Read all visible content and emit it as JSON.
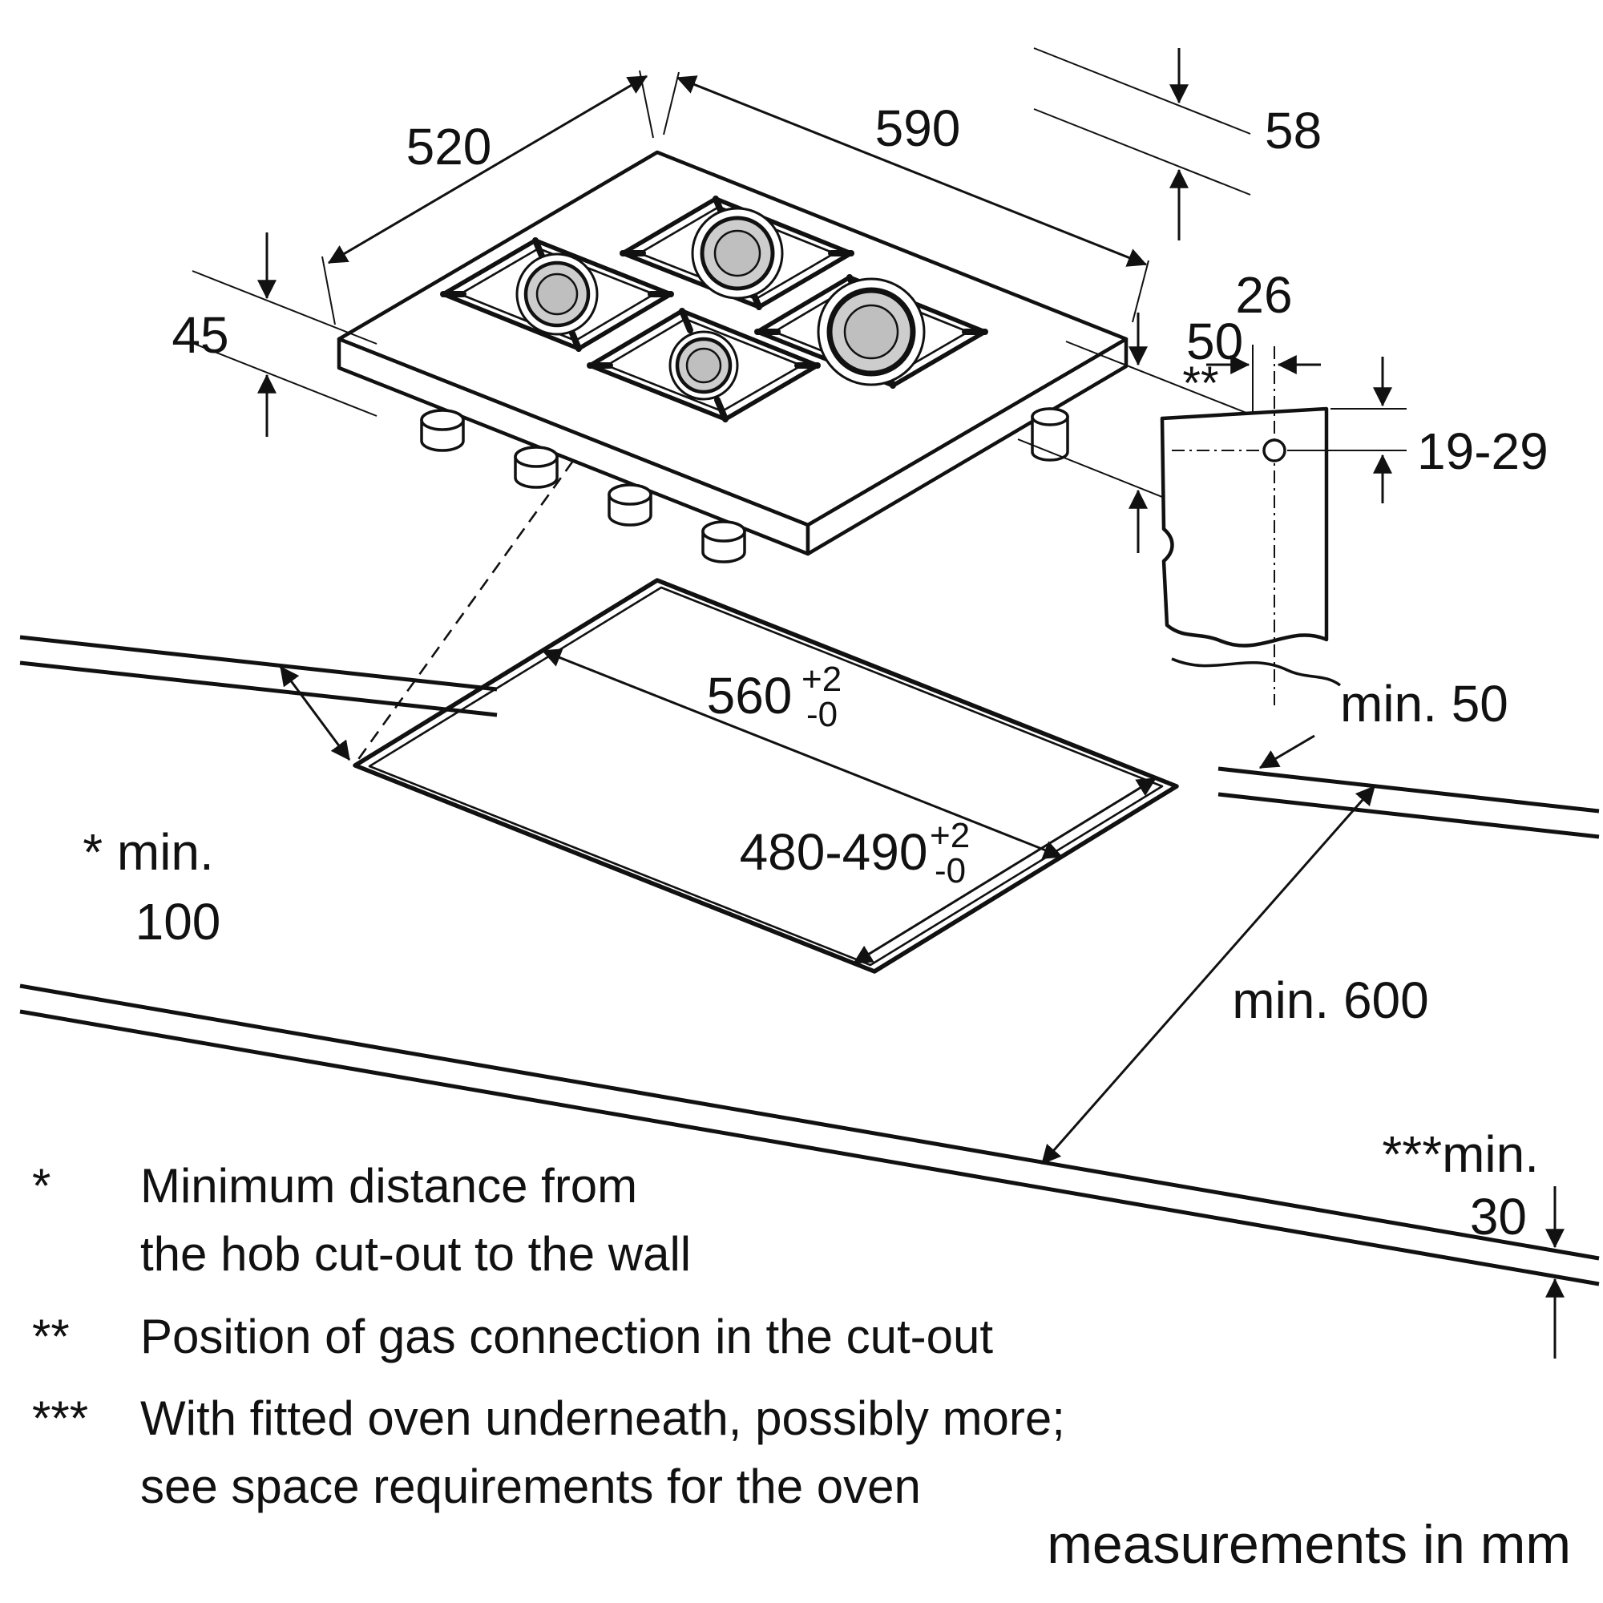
{
  "diagram": {
    "title": "gas-hob-installation-dimensions",
    "dims": {
      "d520": "520",
      "d590": "590",
      "d58": "58",
      "d45": "45",
      "d50": "50",
      "d26": "26",
      "d19_29": "19-29"
    },
    "cutout": {
      "width": "560",
      "width_tol_plus": "+2",
      "width_tol_minus": "-0",
      "depth": "480-490",
      "depth_tol_plus": "+2",
      "depth_tol_minus": "-0"
    },
    "clearances": {
      "back": "min. 50",
      "side_l1": "* min.",
      "side_l2": "100",
      "worktop_depth": "min. 600",
      "thickness_l1": "***min.",
      "thickness_l2": "30"
    },
    "gas_marker": "**",
    "footnotes": [
      {
        "marker": "*",
        "lines": [
          "Minimum distance from",
          "the hob cut-out to the wall"
        ]
      },
      {
        "marker": "**",
        "lines": [
          "Position of gas connection in the cut-out"
        ]
      },
      {
        "marker": "***",
        "lines": [
          "With fitted oven underneath, possibly more;",
          "see space requirements for the oven"
        ]
      }
    ],
    "units_note": "measurements in mm",
    "colors": {
      "line": "#111111",
      "burner_fill": "#c9c9c9"
    }
  }
}
